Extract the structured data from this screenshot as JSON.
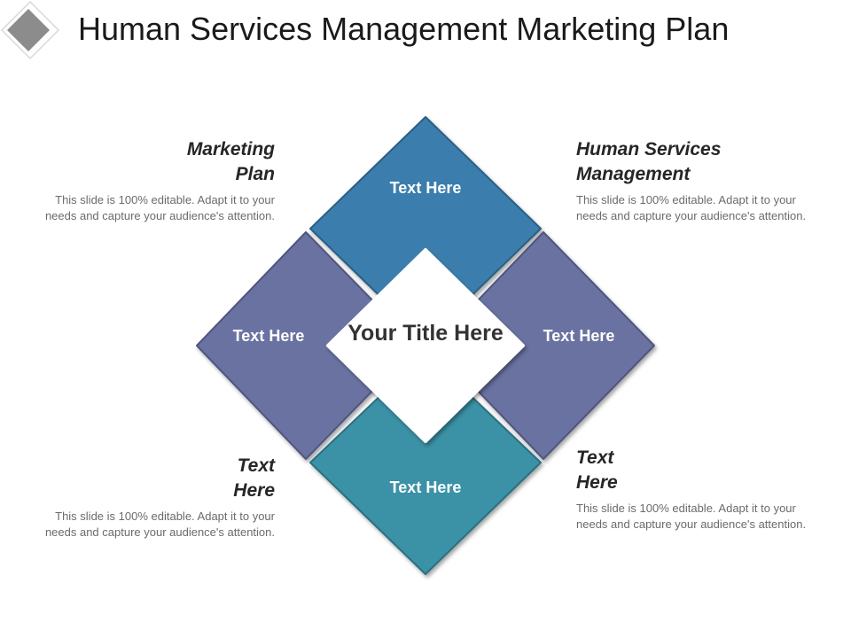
{
  "slide": {
    "title": "Human Services Management Marketing Plan"
  },
  "diagram": {
    "center_title": "Your Title Here",
    "tiles": {
      "top": "Text Here",
      "left": "Text Here",
      "right": "Text Here",
      "bottom": "Text Here"
    },
    "colors": {
      "top": "#3a7ead",
      "left": "#6b72a1",
      "right": "#6b72a1",
      "bottom": "#3a91a6",
      "center": "#ffffff"
    }
  },
  "blocks": {
    "top_left": {
      "heading": "Marketing Plan",
      "body": "This slide is 100% editable. Adapt it to your needs and capture your audience's attention."
    },
    "top_right": {
      "heading": "Human Services Management",
      "body": "This slide is 100% editable. Adapt it to your needs and capture your audience's attention."
    },
    "bottom_left": {
      "heading": "Text Here",
      "body": "This slide is 100% editable. Adapt it to your needs and capture your audience's attention."
    },
    "bottom_right": {
      "heading": "Text Here",
      "body": "This slide is 100% editable. Adapt it to your needs and capture your audience's attention."
    }
  }
}
